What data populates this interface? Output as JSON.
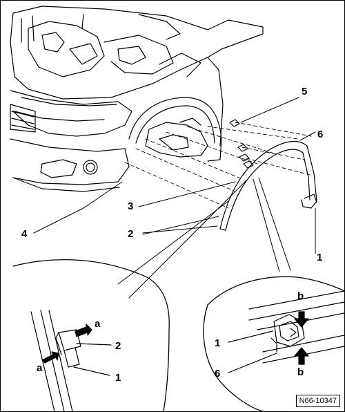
{
  "callouts": {
    "c1_main": "1",
    "c2_main": "2",
    "c3_main": "3",
    "c4_main": "4",
    "c5_main": "5",
    "c6_main": "6",
    "det_left_a_top": "a",
    "det_left_a_bottom": "a",
    "det_left_2": "2",
    "det_left_1": "1",
    "det_right_b_top": "b",
    "det_right_b_bottom": "b",
    "det_right_1": "1",
    "det_right_6": "6"
  },
  "figure_ref": "N66-10347",
  "colors": {
    "line": "#000000",
    "background": "#ffffff"
  }
}
